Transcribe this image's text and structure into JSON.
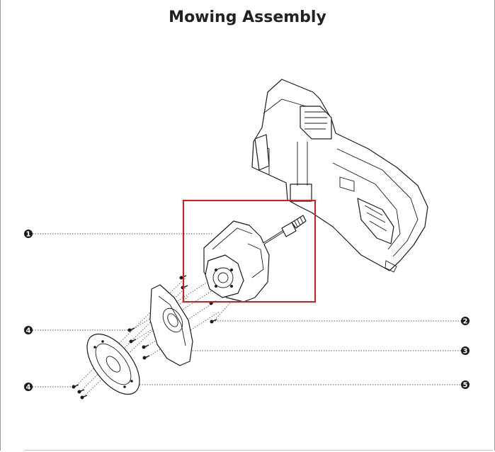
{
  "title": "Mowing Assembly",
  "callouts": [
    {
      "id": "c1",
      "label": "1"
    },
    {
      "id": "c2",
      "label": "2"
    },
    {
      "id": "c3",
      "label": "3"
    },
    {
      "id": "c4a",
      "label": "4"
    },
    {
      "id": "c4b",
      "label": "4"
    },
    {
      "id": "c5",
      "label": "5"
    }
  ],
  "colors": {
    "highlight": "#d71a1a",
    "line": "#1a1a1a",
    "callout_fill": "#1a1a1a"
  }
}
